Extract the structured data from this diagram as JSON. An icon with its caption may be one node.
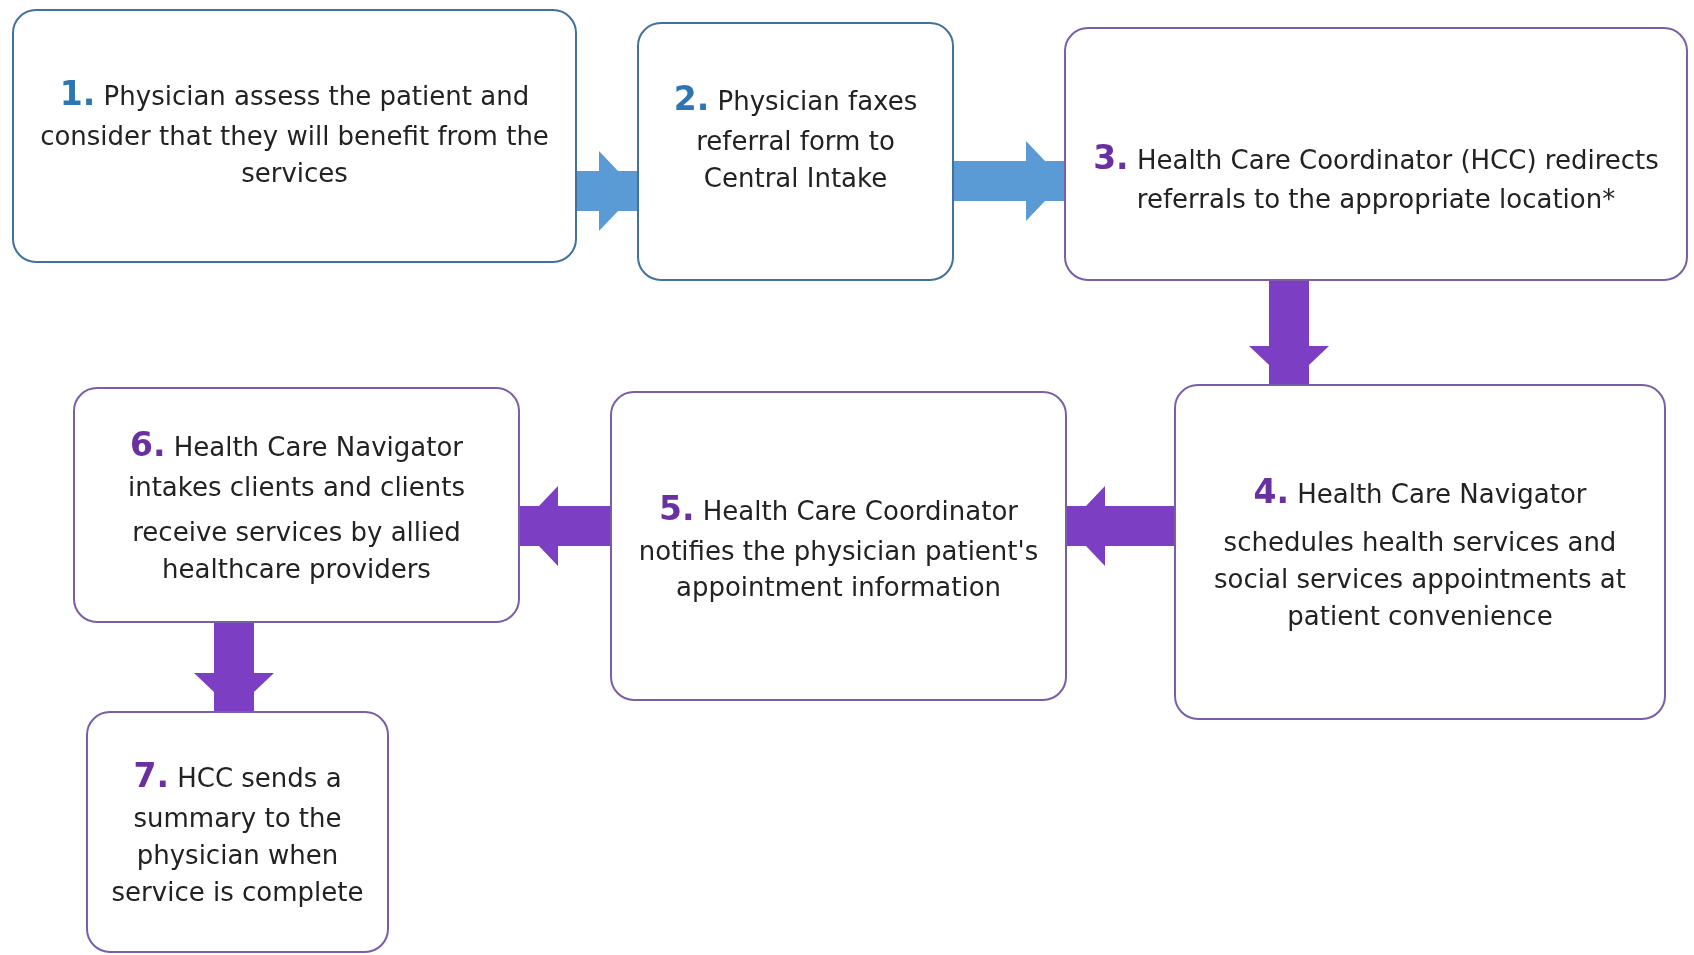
{
  "diagram": {
    "nodes": [
      {
        "text": [
          "**1.** Physician assess the patient and consider that they will benefit from the services"
        ]
      },
      {
        "text": [
          "**2.** Physician faxes referral form to Central Intake"
        ]
      },
      {
        "text": [
          "**3.** Health Care Coordinator (HCC) redirects referrals  to the appropriate location*"
        ]
      },
      {
        "text": [
          "**4.** Health Care Navigator",
          "schedules health services and social services appointments at patient convenience"
        ]
      },
      {
        "text": [
          "**5.** Health Care Coordinator notifies the physician patient's appointment information"
        ]
      },
      {
        "text": [
          "**6.** Health Care Navigator intakes clients and clients",
          "receive services by allied healthcare providers"
        ]
      },
      {
        "text": [
          "**7.** HCC sends a summary to the physician when service is complete"
        ]
      }
    ],
    "edges": [
      {
        "from": 0,
        "to": 1,
        "arrow": "to",
        "color": "#5b9bd5"
      },
      {
        "from": 1,
        "to": 2,
        "arrow": "to",
        "color": "#5b9bd5"
      },
      {
        "from": 2,
        "to": 3,
        "arrow": "to"
      },
      {
        "from": 3,
        "to": 4,
        "arrow": "to"
      },
      {
        "from": 4,
        "to": 5,
        "arrow": "to"
      },
      {
        "from": 5,
        "to": 6,
        "arrow": "to"
      }
    ]
  }
}
